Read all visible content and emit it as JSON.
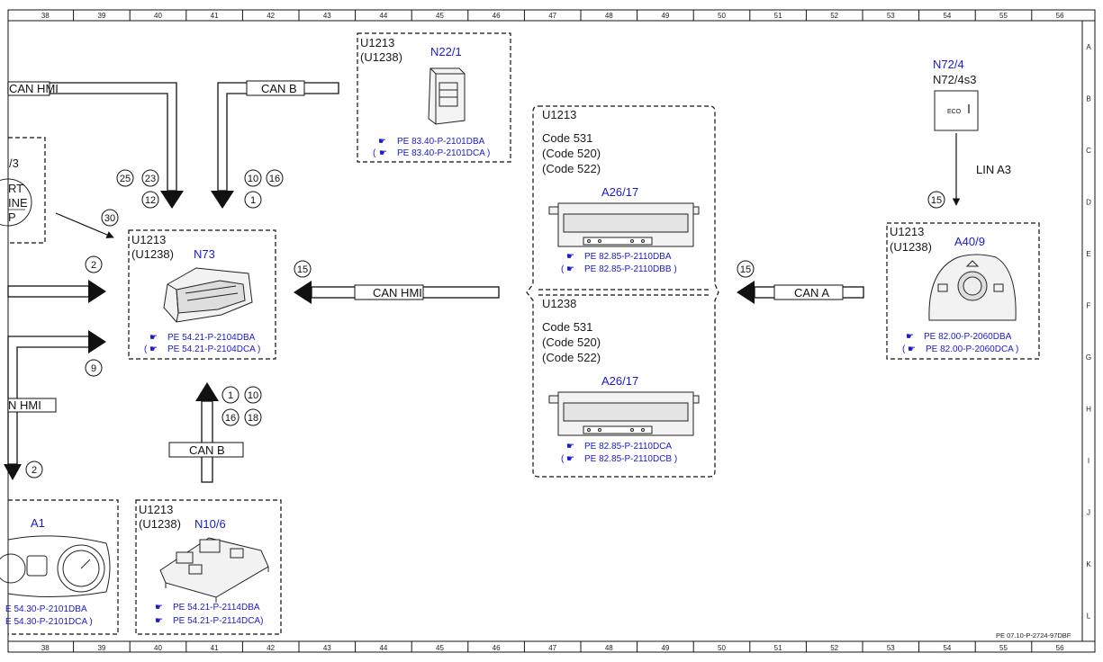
{
  "ruler": {
    "columns": [
      "38",
      "39",
      "40",
      "41",
      "42",
      "43",
      "44",
      "45",
      "46",
      "47",
      "48",
      "49",
      "50",
      "51",
      "52",
      "53",
      "54",
      "55",
      "56"
    ],
    "rows": [
      "A",
      "B",
      "C",
      "D",
      "E",
      "F",
      "G",
      "H",
      "I",
      "J",
      "K",
      "L"
    ]
  },
  "footer_code": "PE 07.10-P-2724-97DBF",
  "modules": {
    "n22": {
      "variants": [
        "U1213",
        "(U1238)"
      ],
      "id": "N22/1",
      "refs": [
        "PE 83.40-P-2101DBA",
        "(",
        "PE 83.40-P-2101DCA )"
      ]
    },
    "n73": {
      "variants": [
        "U1213",
        "(U1238)"
      ],
      "id": "N73",
      "refs": [
        "PE 54.21-P-2104DBA",
        "(",
        "PE 54.21-P-2104DCA )"
      ]
    },
    "n10": {
      "variants": [
        "U1213",
        "(U1238)"
      ],
      "id": "N10/6",
      "refs": [
        "PE 54.21-P-2114DBA",
        "PE 54.21-P-2114DCA)"
      ]
    },
    "a1": {
      "id": "A1",
      "refs": [
        "E 54.30-P-2101DBA",
        "E 54.30-P-2101DCA )"
      ]
    },
    "a26_top": {
      "variant": "U1213",
      "codes": [
        "Code 531",
        "(Code 520)",
        "(Code 522)"
      ],
      "id": "A26/17",
      "refs": [
        "PE 82.85-P-2110DBA",
        "(",
        "PE 82.85-P-2110DBB )"
      ]
    },
    "a26_bottom": {
      "variant": "U1238",
      "codes": [
        "Code 531",
        "(Code 520)",
        "(Code 522)"
      ],
      "id": "A26/17",
      "refs": [
        "PE 82.85-P-2110DCA",
        "(",
        "PE 82.85-P-2110DCB )"
      ]
    },
    "n72": {
      "id": "N72/4",
      "sub": "N72/4s3",
      "button_label": "ECO"
    },
    "a40": {
      "variants": [
        "U1213",
        "(U1238)"
      ],
      "id": "A40/9",
      "refs": [
        "PE 82.00-P-2060DBA",
        "(",
        "PE 82.00-P-2060DCA )"
      ]
    },
    "partial": {
      "frag1": "/3",
      "frag2": "RT",
      "frag3": "INE",
      "frag4": "P"
    }
  },
  "buses": {
    "can_hmi_topleft": "CAN HMI",
    "can_b_top": "CAN B",
    "can_hmi_mid": "CAN HMI",
    "can_a": "CAN A",
    "lin_a3": "LIN A3",
    "can_b_bottom": "CAN B",
    "hmi_left": "N HMI"
  },
  "circles": {
    "c25": "25",
    "c23": "23",
    "c12": "12",
    "c10a": "10",
    "c16a": "16",
    "c1a": "1",
    "c30": "30",
    "c2a": "2",
    "c9": "9",
    "c2b": "2",
    "c15a": "15",
    "c15b": "15",
    "c15c": "15",
    "c1b": "1",
    "c10b": "10",
    "c16b": "16",
    "c18": "18"
  }
}
